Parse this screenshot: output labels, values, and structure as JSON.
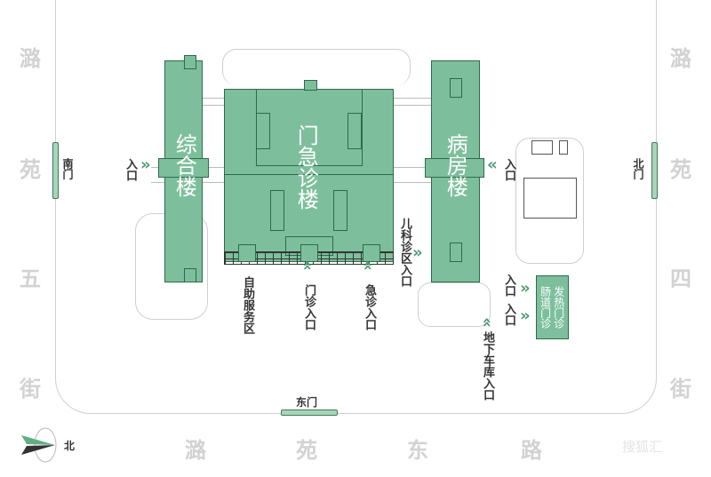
{
  "streets": {
    "west": [
      "潞",
      "苑",
      "五",
      "街"
    ],
    "east": [
      "潞",
      "苑",
      "四",
      "街"
    ],
    "south": [
      "潞",
      "苑",
      "东",
      "路"
    ]
  },
  "gates": {
    "south_gate": "南门",
    "north_gate": "北门",
    "east_gate": "东门"
  },
  "buildings": {
    "general": "综合楼",
    "outpatient": "门急诊楼",
    "ward": "病房楼",
    "fever": "发热门诊",
    "intestinal": "肠道门诊"
  },
  "labels": {
    "entrance": "入口",
    "pediatric_entrance": "儿科诊区入口",
    "self_service": "自助服务区",
    "outpatient_entrance": "门诊入口",
    "emergency_entrance": "急诊入口",
    "garage_entrance": "地下车库入口"
  },
  "compass": {
    "label": "北"
  },
  "watermark": "搜狐汇",
  "colors": {
    "building": "#7dbf9c",
    "border": "#2f6a48",
    "chevron": "#4f9a72"
  }
}
